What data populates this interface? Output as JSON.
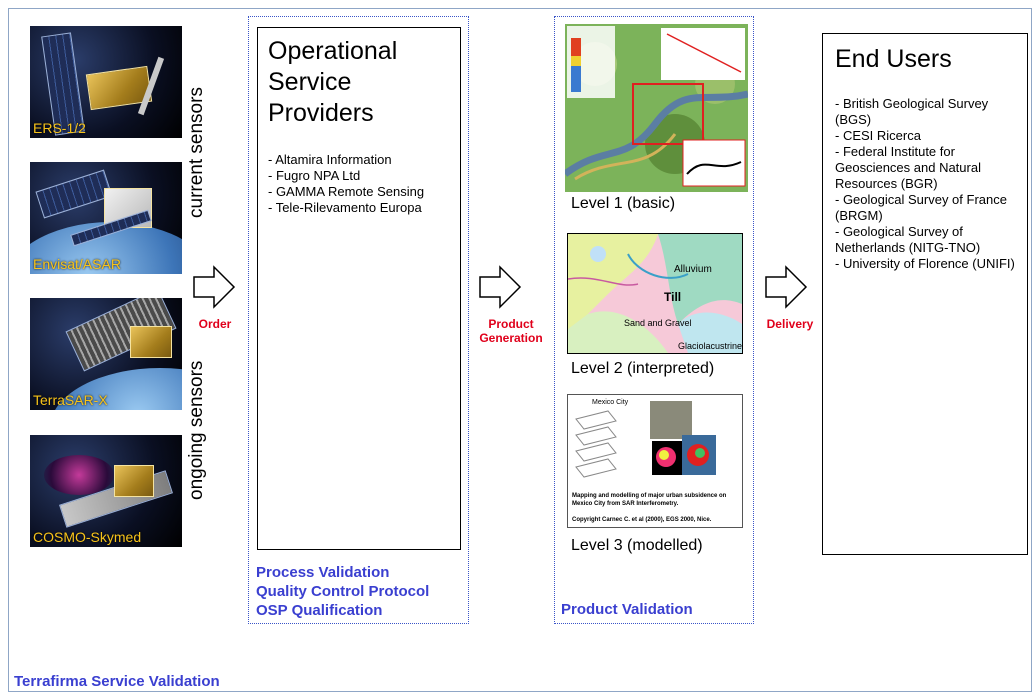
{
  "satellites": [
    {
      "label": "ERS-1/2"
    },
    {
      "label": "Envisat/ASAR"
    },
    {
      "label": "TerraSAR-X"
    },
    {
      "label": "COSMO-Skymed"
    }
  ],
  "sensor_labels": {
    "current": "current sensors",
    "ongoing": "ongoing sensors"
  },
  "arrows": {
    "order": "Order",
    "product_generation": "Product Generation",
    "delivery": "Delivery"
  },
  "osp": {
    "title": "Operational Service Providers",
    "providers": [
      "- Altamira Information",
      "- Fugro NPA Ltd",
      "- GAMMA Remote Sensing",
      "- Tele-Rilevamento Europa"
    ],
    "validation": [
      "Process Validation",
      "Quality Control Protocol",
      "OSP Qualification"
    ]
  },
  "products": {
    "levels": [
      "Level 1 (basic)",
      "Level 2 (interpreted)",
      "Level 3 (modelled)"
    ],
    "map2_labels": [
      "Alluvium",
      "Till",
      "Sand and Gravel",
      "Glaciolacustrine"
    ],
    "map3": {
      "title": "Mexico City",
      "caption_1": "Mapping and modelling of major urban subsidence on Mexico City from SAR Interferometry.",
      "caption_2": "Copyright Carnec C. et al (2000), EGS 2000, Nice."
    },
    "validation": "Product Validation"
  },
  "end_users": {
    "title": "End Users",
    "items": [
      "- British Geological Survey (BGS)",
      "- CESI Ricerca",
      "- Federal Institute for Geosciences and Natural Resources (BGR)",
      "- Geological Survey of France (BRGM)",
      "- Geological Survey of Netherlands (NITG-TNO)",
      "- University of Florence (UNIFI)"
    ]
  },
  "footer": "Terrafirma Service Validation",
  "colors": {
    "red": "#e0001b",
    "blue": "#3a3fd0",
    "sat_label": "#f7c31a"
  }
}
